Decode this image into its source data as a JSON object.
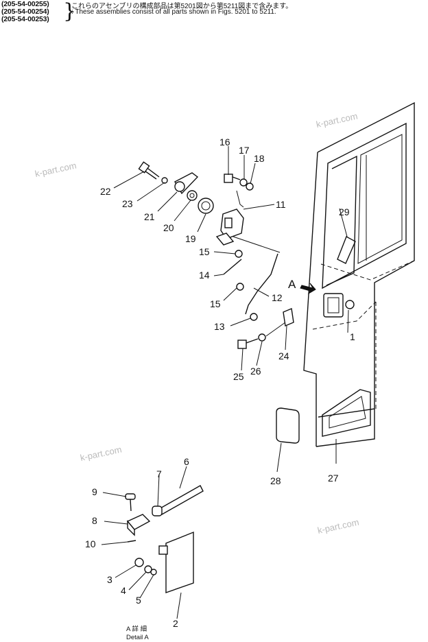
{
  "header": {
    "models": [
      "(205-54-00255)",
      "(205-54-00254)",
      "(205-54-00253)"
    ],
    "note_jp": "これらのアセンブリの構成部品は第5201図から第5211図まで含みます。",
    "note_en": ": These assemblies consist of all parts shown in Figs. 5201 to 5211."
  },
  "watermarks": [
    "k-part.com",
    "k-part.com",
    "k-part.com",
    "k-part.com"
  ],
  "detail_marker": "A",
  "detail_caption": {
    "jp": "A 詳 細",
    "en": "Detail A"
  },
  "callouts": {
    "c1": "1",
    "c2": "2",
    "c3": "3",
    "c4": "4",
    "c5": "5",
    "c6": "6",
    "c7": "7",
    "c8": "8",
    "c9": "9",
    "c10": "10",
    "c11": "11",
    "c12": "12",
    "c13": "13",
    "c14": "14",
    "c15a": "15",
    "c15b": "15",
    "c16": "16",
    "c17": "17",
    "c18": "18",
    "c19": "19",
    "c20": "20",
    "c21": "21",
    "c22": "22",
    "c23": "23",
    "c24": "24",
    "c25": "25",
    "c26": "26",
    "c27": "27",
    "c28": "28",
    "c29": "29"
  }
}
